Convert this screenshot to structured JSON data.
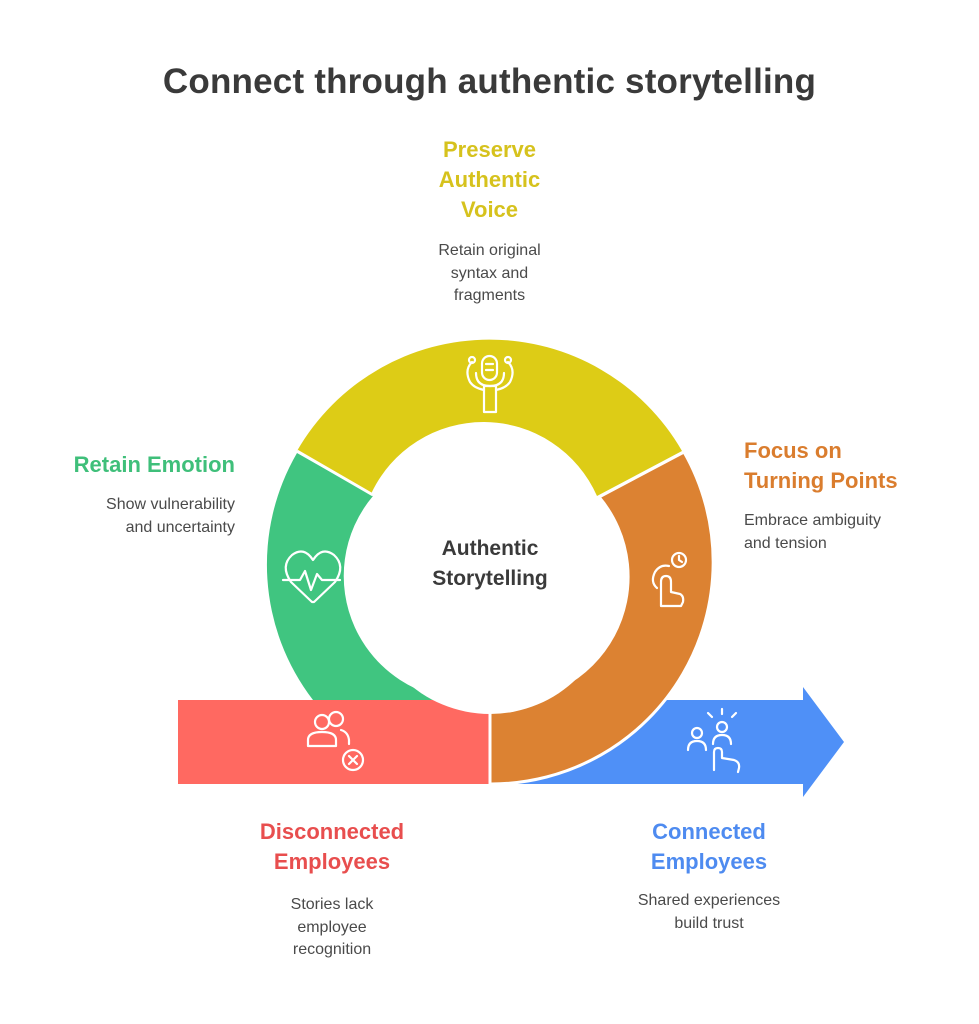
{
  "title": "Connect through authentic storytelling",
  "center": {
    "line1": "Authentic",
    "line2": "Storytelling"
  },
  "segments": {
    "voice": {
      "title": [
        "Preserve",
        "Authentic",
        "Voice"
      ],
      "desc": [
        "Retain original",
        "syntax and",
        "fragments"
      ],
      "color": "#ddcc16",
      "icon": "microphone-icon"
    },
    "emotion": {
      "title": [
        "Retain Emotion"
      ],
      "desc": [
        "Show vulnerability",
        "and uncertainty"
      ],
      "color": "#40c580",
      "icon": "heartbeat-icon"
    },
    "turning": {
      "title": [
        "Focus on",
        "Turning Points"
      ],
      "desc": [
        "Embrace ambiguity",
        "and tension"
      ],
      "color": "#dc8232",
      "icon": "hand-clock-icon"
    },
    "disconnected": {
      "title": [
        "Disconnected",
        "Employees"
      ],
      "desc": [
        "Stories lack",
        "employee",
        "recognition"
      ],
      "color": "#ff6961",
      "icon": "users-x-icon"
    },
    "connected": {
      "title": [
        "Connected",
        "Employees"
      ],
      "desc": [
        "Shared experiences",
        "build trust"
      ],
      "color": "#4f90f7",
      "icon": "users-touch-icon"
    }
  },
  "label_colors": {
    "voice": "#d6c21d",
    "emotion": "#3fbf7a",
    "turning": "#da7d2e",
    "disconnected": "#e84e4e",
    "connected": "#4e8bf0"
  }
}
